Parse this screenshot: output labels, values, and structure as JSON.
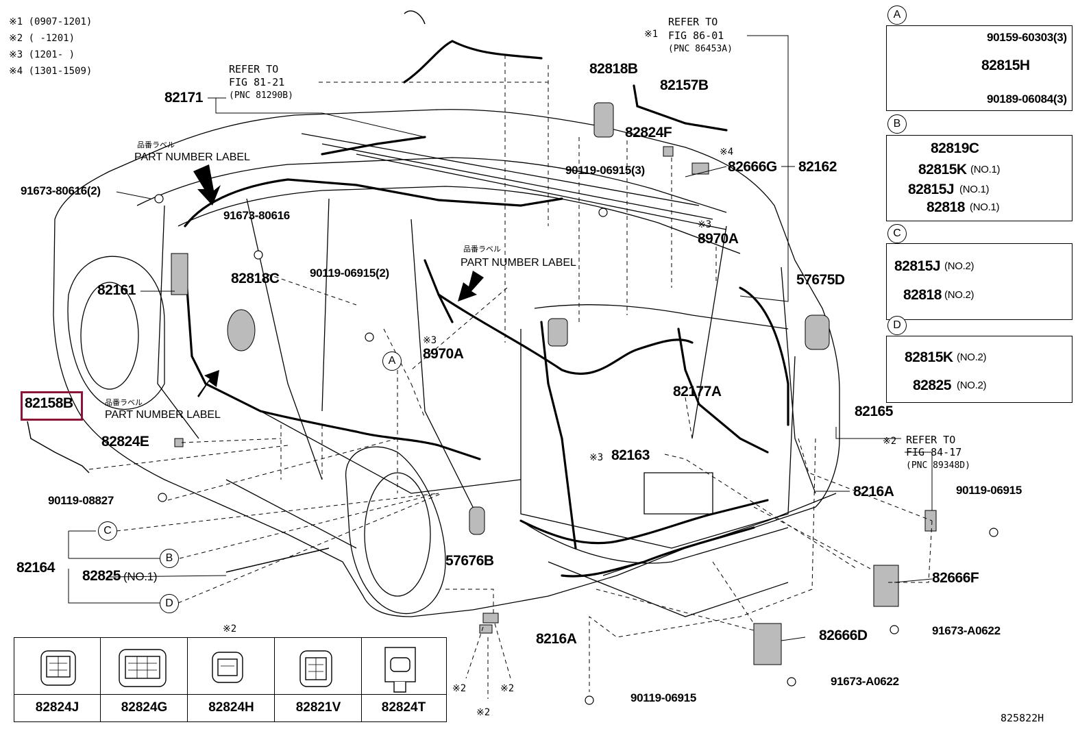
{
  "footnotes": [
    "※1 (0907-1201)",
    "※2 (      -1201)",
    "※3 (1201-      )",
    "※4 (1301-1509)"
  ],
  "refs": {
    "r1": [
      "REFER TO",
      "FIG 81-21",
      "(PNC 81290B)"
    ],
    "r2": [
      "REFER TO",
      "FIG 86-01",
      "(PNC 86453A)"
    ],
    "r3": [
      "REFER TO",
      "FIG 84-17",
      "(PNC 89348D)"
    ]
  },
  "labels": {
    "l82171": "82171",
    "l82818B": "82818B",
    "l82157B": "82157B",
    "l82824F": "82824F",
    "l9011906915_3": "90119-06915(3)",
    "l82666G": "82666G",
    "l82162": "82162",
    "l91673_80616_2": "91673-80616(2)",
    "l91673_80616": "91673-80616",
    "l8970A_top": "8970A",
    "l82161": "82161",
    "l82818C": "82818C",
    "l9011906915_2": "90119-06915(2)",
    "l57675D": "57675D",
    "l8970A_mid": "8970A",
    "l82177A": "82177A",
    "l82158B": "82158B",
    "l82165": "82165",
    "l82824E": "82824E",
    "l82163": "82163",
    "l9011908827": "90119-08827",
    "l8216A_r": "8216A",
    "l9011906915_r": "90119-06915",
    "l82164": "82164",
    "l82825": "82825",
    "l82825_no": "(NO.1)",
    "l57676B": "57676B",
    "l82666F": "82666F",
    "l8216A_b": "8216A",
    "l91673A0622_a": "91673-A0622",
    "l82666D": "82666D",
    "l91673A0622_b": "91673-A0622",
    "l9011906915_b": "90119-06915",
    "fig_id": "825822H"
  },
  "marks": {
    "m1": "※1",
    "m3a": "※3",
    "m3b": "※3",
    "m3c": "※3",
    "m4": "※4",
    "m2a": "※2",
    "m2b": "※2",
    "m2c": "※2",
    "m2d": "※2",
    "m2e": "※2"
  },
  "part_number_label": "PART NUMBER LABEL",
  "jp_label": "品番ラベル",
  "circles": {
    "A": "A",
    "B": "B",
    "C": "C",
    "D": "D"
  },
  "panel_A": {
    "c": "A",
    "p1": "90159-60303(3)",
    "p2": "82815H",
    "p3": "90189-06084(3)"
  },
  "panel_B": {
    "c": "B",
    "p1": "82819C",
    "p2": "82815K",
    "p2n": "(NO.1)",
    "p3": "82815J",
    "p3n": "(NO.1)",
    "p4": "82818",
    "p4n": "(NO.1)"
  },
  "panel_C": {
    "c": "C",
    "p1": "82815J",
    "p1n": "(NO.2)",
    "p2": "82818",
    "p2n": "(NO.2)"
  },
  "panel_D": {
    "c": "D",
    "p1": "82815K",
    "p1n": "(NO.2)",
    "p2": "82825",
    "p2n": "(NO.2)"
  },
  "connectors": [
    "82824J",
    "82824G",
    "82824H",
    "82821V",
    "82824T"
  ]
}
